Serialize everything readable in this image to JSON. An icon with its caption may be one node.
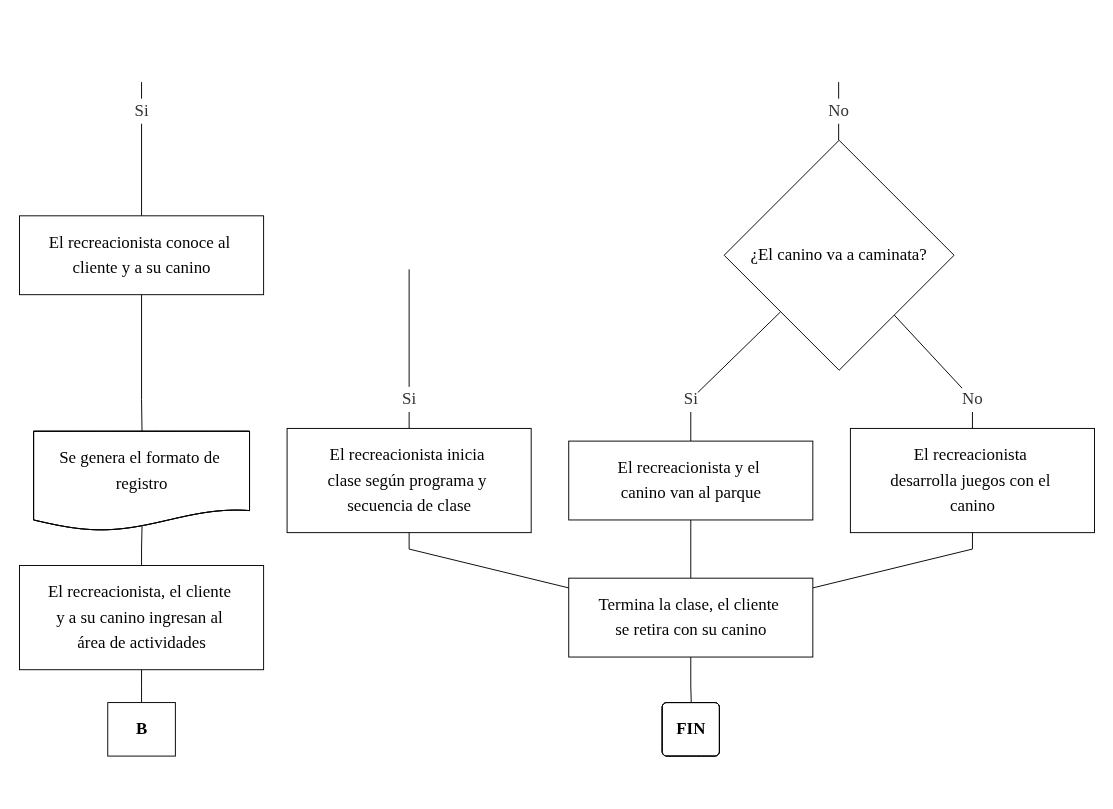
{
  "diagram": {
    "nodes": [
      {
        "text": [
          "El recreacionista conoce al cliente y a su canino"
        ]
      },
      {
        "text": [
          "Se genera el formato de registro"
        ]
      },
      {
        "text": [
          "El recreacionista, el cliente y a su canino ingresan al área de actividades"
        ]
      },
      {
        "text": [
          "B"
        ]
      },
      {
        "text": [
          "El recreacionista inicia clase según programa y secuencia de clase"
        ]
      },
      {
        "text": [
          "¿El canino va a caminata?"
        ]
      },
      {
        "text": [
          "El recreacionista y el canino van al parque"
        ]
      },
      {
        "text": [
          "Termina la clase, el cliente se retira con su canino"
        ]
      },
      {
        "text": [
          "FIN"
        ]
      },
      {
        "text": [
          "El recreacionista desarrolla juegos con el canino"
        ]
      }
    ],
    "edges": [
      {
        "from": null,
        "to": 0,
        "arrow": "none",
        "label": "Si"
      },
      {
        "from": 0,
        "to": 1,
        "arrow": "none"
      },
      {
        "from": 1,
        "to": 2,
        "arrow": "none"
      },
      {
        "from": 2,
        "to": 3,
        "arrow": "none"
      },
      {
        "from": null,
        "to": 4,
        "arrow": "none",
        "label": "Si"
      },
      {
        "from": null,
        "to": 5,
        "arrow": "none",
        "label": "No"
      },
      {
        "from": 5,
        "to": 6,
        "arrow": "none",
        "label": "Si"
      },
      {
        "from": 5,
        "to": 9,
        "arrow": "none",
        "label": "No"
      },
      {
        "from": 4,
        "to": 7,
        "arrow": "none"
      },
      {
        "from": 6,
        "to": 7,
        "arrow": "none"
      },
      {
        "from": 9,
        "to": 7,
        "arrow": "none"
      },
      {
        "from": 7,
        "to": 8,
        "arrow": "none"
      }
    ]
  }
}
